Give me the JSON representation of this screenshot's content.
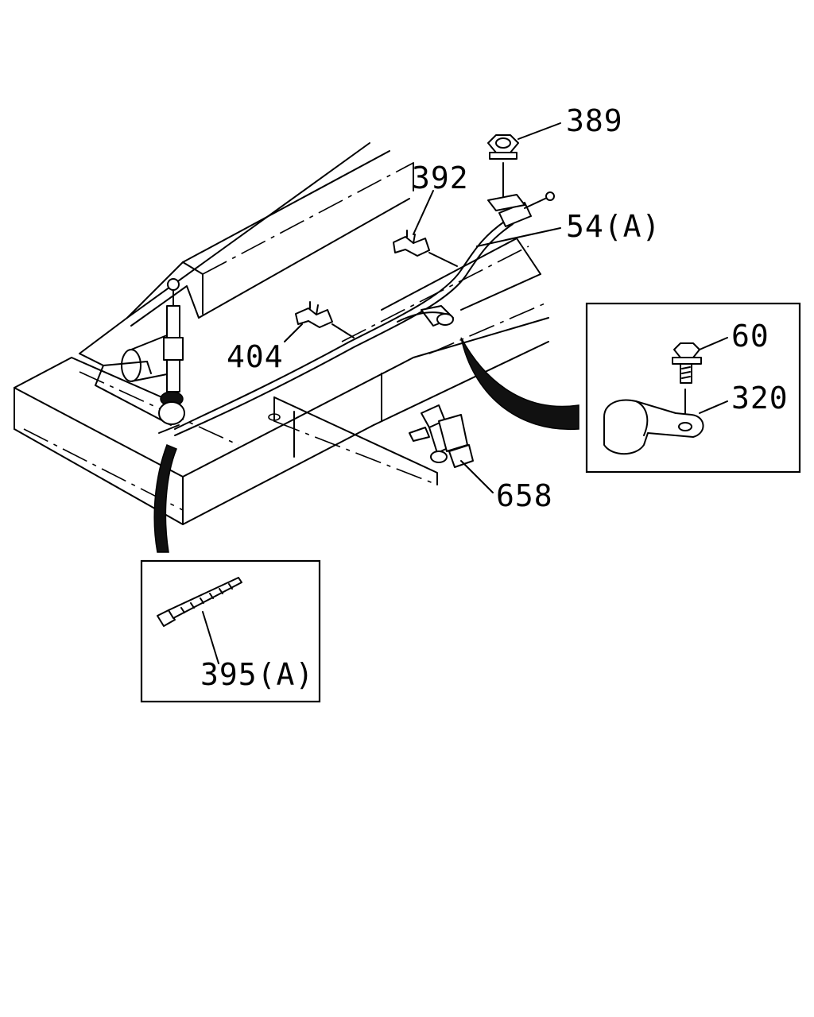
{
  "diagram": {
    "callouts": [
      {
        "id": "389",
        "label": "389"
      },
      {
        "id": "392",
        "label": "392"
      },
      {
        "id": "54a",
        "label": "54(A)"
      },
      {
        "id": "404",
        "label": "404"
      },
      {
        "id": "60",
        "label": "60"
      },
      {
        "id": "320",
        "label": "320"
      },
      {
        "id": "658",
        "label": "658"
      },
      {
        "id": "395a",
        "label": "395(A)"
      }
    ]
  }
}
